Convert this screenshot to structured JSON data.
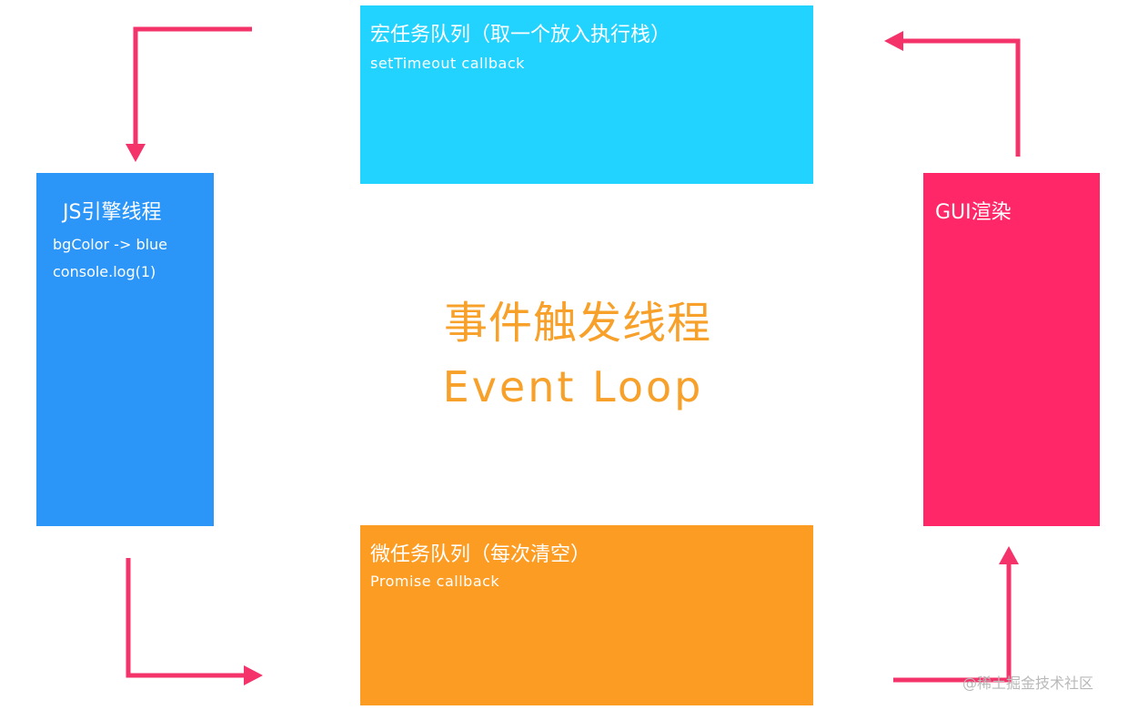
{
  "macro_queue": {
    "title": "宏任务队列（取一个放入执行栈）",
    "content": "setTimeout  callback"
  },
  "js_engine": {
    "title": "JS引擎线程",
    "lines": [
      "bgColor -> blue",
      "console.log(1)"
    ]
  },
  "gui_render": {
    "title": "GUI渲染"
  },
  "micro_queue": {
    "title": "微任务队列（每次清空）",
    "content": "Promise  callback"
  },
  "event_thread": {
    "title_cn": "事件触发线程",
    "title_en": "Event Loop"
  },
  "watermark": "@稀土掘金技术社区",
  "colors": {
    "macro": "#22d3ff",
    "js": "#2b96f7",
    "gui": "#ff2768",
    "micro": "#fd9c22",
    "arrow": "#f3336a",
    "center_text": "#f7a02a"
  }
}
